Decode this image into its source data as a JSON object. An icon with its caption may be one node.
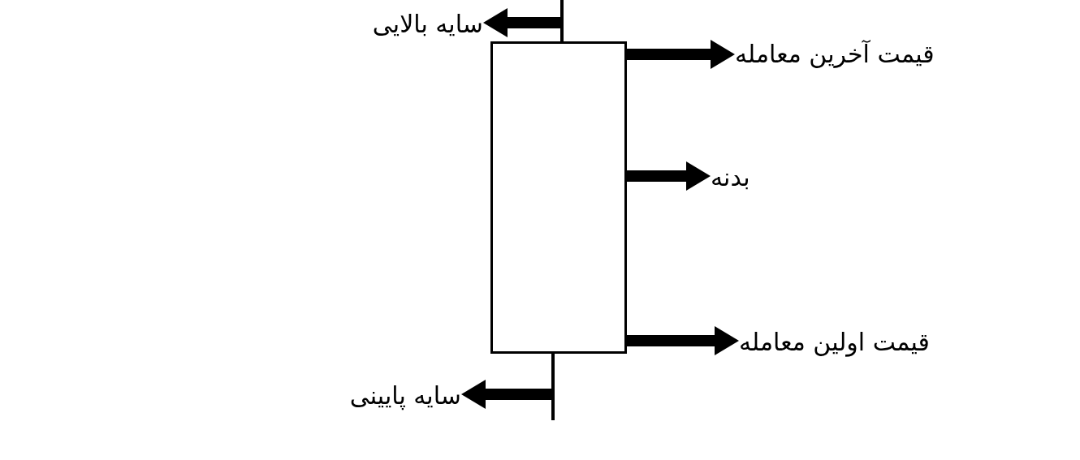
{
  "diagram": {
    "nodes": [
      {
        "text": [
          "سایه بالایی"
        ]
      },
      {
        "text": [],
        "shape": "bar"
      },
      {
        "text": [],
        "shape": "box"
      },
      {
        "text": [
          "قیمت آخرین معامله"
        ]
      },
      {
        "text": [
          "بدنه"
        ]
      },
      {
        "text": [
          "قیمت اولین معامله"
        ]
      },
      {
        "text": [],
        "shape": "bar"
      },
      {
        "text": [
          "سایه پایینی"
        ]
      }
    ],
    "edges": [
      {
        "from": 1,
        "to": 0,
        "arrow": "to"
      },
      {
        "from": 2,
        "to": 3,
        "arrow": "to"
      },
      {
        "from": 2,
        "to": 4,
        "arrow": "to"
      },
      {
        "from": 2,
        "to": 5,
        "arrow": "to"
      },
      {
        "from": 6,
        "to": 7,
        "arrow": "to"
      }
    ]
  }
}
